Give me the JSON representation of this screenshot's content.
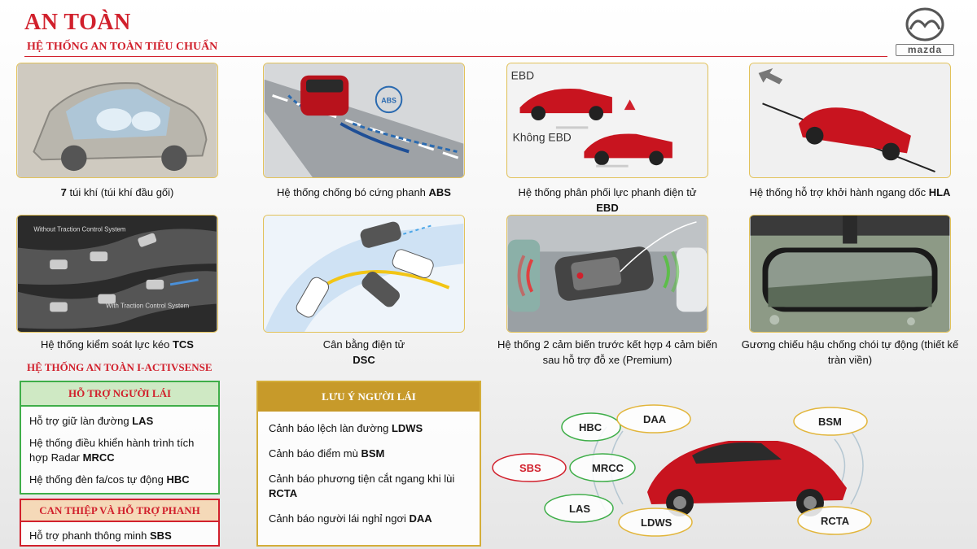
{
  "header": {
    "title": "AN TOÀN",
    "subtitle": "HỆ THỐNG AN TOÀN TIÊU CHUẨN",
    "logo_text": "mazda"
  },
  "features": [
    {
      "icon": "airbag-icon",
      "text_before": "",
      "bold": "7",
      "text_after": " túi khí (túi khí đầu gối)"
    },
    {
      "icon": "abs-icon",
      "text_before": "Hệ thống chống bó cứng phanh ",
      "bold": "ABS",
      "text_after": ""
    },
    {
      "icon": "ebd-icon",
      "text_before": "Hệ thống phân phối lực phanh điện tử ",
      "bold": "EBD",
      "text_after": "",
      "image_label_1": "EBD",
      "image_label_2": "Không EBD"
    },
    {
      "icon": "hla-icon",
      "text_before": "Hệ thống hỗ trợ khởi hành ngang dốc ",
      "bold": "HLA",
      "text_after": ""
    },
    {
      "icon": "tcs-icon",
      "text_before": "Hệ thống kiểm soát lực kéo ",
      "bold": "TCS",
      "text_after": "",
      "image_label_1": "Without Traction Control System",
      "image_label_2": "With Traction Control System"
    },
    {
      "icon": "dsc-icon",
      "text_before": "Cân bằng điện tử ",
      "bold": "DSC",
      "text_after": ""
    },
    {
      "icon": "parking-sensor-icon",
      "text_before": "Hệ thống 2 cảm biến trước kết hợp 4 cảm biến sau hỗ trợ đỗ xe (Premium)",
      "bold": "",
      "text_after": ""
    },
    {
      "icon": "mirror-icon",
      "text_before": "Gương chiếu hậu chống chói tự động (thiết kế tràn viền)",
      "bold": "",
      "text_after": ""
    }
  ],
  "ias_title": "HỆ THỐNG AN TOÀN I-ACTIVSENSE",
  "driver_assist": {
    "heading": "HỖ TRỢ NGƯỜI LÁI",
    "items": [
      {
        "text": "Hỗ trợ giữ làn đường ",
        "bold": "LAS"
      },
      {
        "text": "Hệ thống điều khiển hành trình tích hợp Radar ",
        "bold": "MRCC"
      },
      {
        "text": "Hệ thống đèn fa/cos tự động ",
        "bold": "HBC"
      }
    ]
  },
  "brake_assist": {
    "heading": "CAN THIỆP VÀ HỖ TRỢ PHANH",
    "items": [
      {
        "text": "Hỗ trợ phanh thông minh ",
        "bold": "SBS"
      }
    ]
  },
  "driver_alert": {
    "heading": "LƯU Ý NGƯỜI LÁI",
    "items": [
      {
        "text": "Cảnh báo lệch làn đường ",
        "bold": "LDWS"
      },
      {
        "text": "Cảnh báo điểm mù ",
        "bold": "BSM"
      },
      {
        "text": "Cảnh báo phương tiện cắt ngang khi lùi ",
        "bold": "RCTA"
      },
      {
        "text": "Cảnh báo người lái nghỉ ngơi ",
        "bold": "DAA"
      }
    ]
  },
  "sensor_labels": {
    "hbc": "HBC",
    "daa": "DAA",
    "bsm": "BSM",
    "sbs": "SBS",
    "mrcc": "MRCC",
    "las": "LAS",
    "ldws": "LDWS",
    "rcta": "RCTA"
  },
  "colors": {
    "accent_red": "#d1202c",
    "green": "#3fae49",
    "gold": "#c79a2a",
    "card_border": "#e2c25a"
  }
}
